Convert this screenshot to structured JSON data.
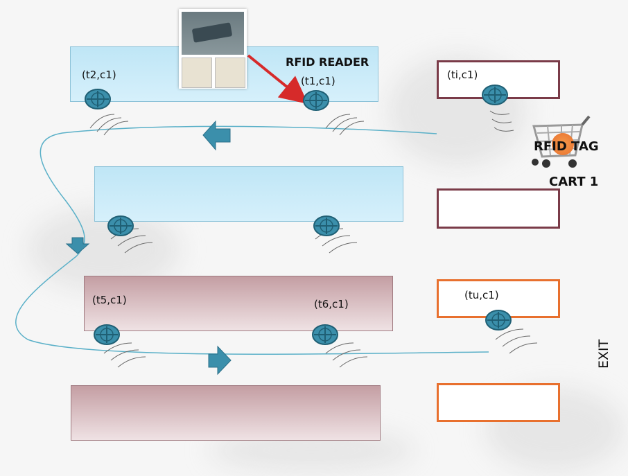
{
  "labels": {
    "reader_title": "RFID READER",
    "t2c1": "(t2,c1)",
    "t1c1": "(t1,c1)",
    "tic1": "(ti,c1)",
    "t5c1": "(t5,c1)",
    "t6c1": "(t6,c1)",
    "tuc1": "(tu,c1)",
    "rfid_tag": "RFID TAG",
    "cart": "CART 1",
    "exit": "EXIT"
  },
  "colors": {
    "antenna": "#3b8fab",
    "path": "#5ab0c8",
    "arrow_red": "#d62a2a",
    "tag": "#e8702e"
  },
  "icons": [
    "antenna-icon",
    "flow-arrow-icon",
    "shopping-cart-icon",
    "rfid-reader-photo"
  ]
}
